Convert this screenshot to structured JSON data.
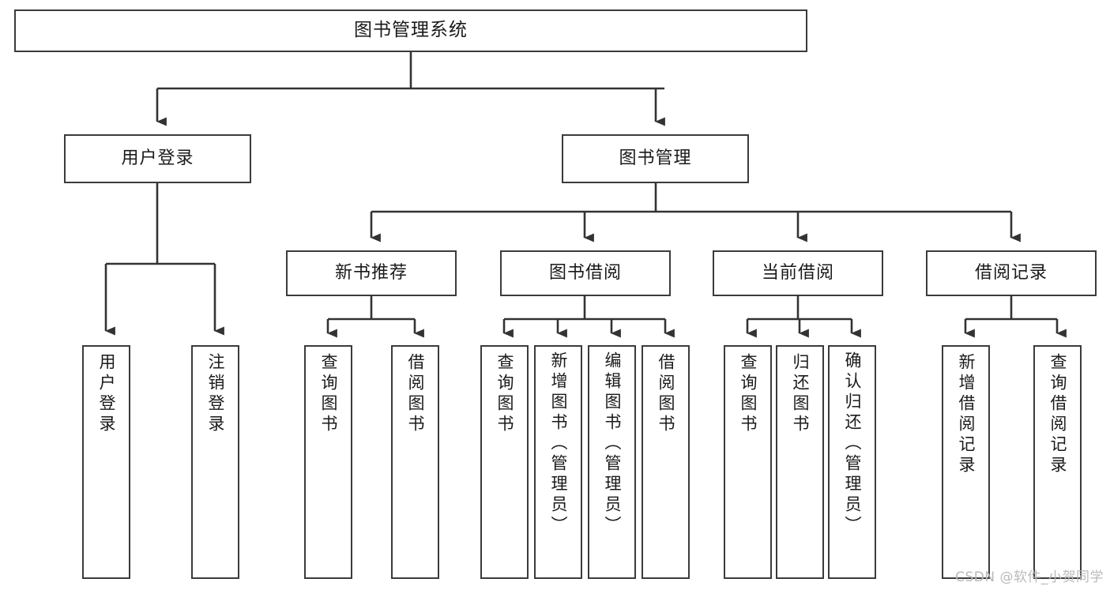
{
  "diagram": {
    "title": "图书管理系统",
    "type": "tree-hierarchy-diagram",
    "colors": {
      "box_border": "#3b3b3b",
      "box_fill": "#ffffff",
      "connector": "#333333",
      "text": "#1a1a1a",
      "watermark": "#b9b9b9",
      "background": "#ffffff"
    },
    "root": {
      "label": "图书管理系统"
    },
    "level2": [
      {
        "label": "用户登录"
      },
      {
        "label": "图书管理"
      }
    ],
    "level3": [
      {
        "label": "新书推荐"
      },
      {
        "label": "图书借阅"
      },
      {
        "label": "当前借阅"
      },
      {
        "label": "借阅记录"
      }
    ],
    "leaves": {
      "user_login": [
        {
          "label": "用户登录"
        },
        {
          "label": "注销登录"
        }
      ],
      "new_book_recommend": [
        {
          "label": "查询图书"
        },
        {
          "label": "借阅图书"
        }
      ],
      "book_borrow": [
        {
          "label": "查询图书"
        },
        {
          "label": "新增图书（管理员）"
        },
        {
          "label": "编辑图书（管理员）"
        },
        {
          "label": "借阅图书"
        }
      ],
      "current_borrow": [
        {
          "label": "查询图书"
        },
        {
          "label": "归还图书"
        },
        {
          "label": "确认归还（管理员）"
        }
      ],
      "borrow_record": [
        {
          "label": "新增借阅记录"
        },
        {
          "label": "查询借阅记录"
        }
      ]
    }
  },
  "watermark": {
    "text": "CSDN @软件_小贺同学"
  }
}
